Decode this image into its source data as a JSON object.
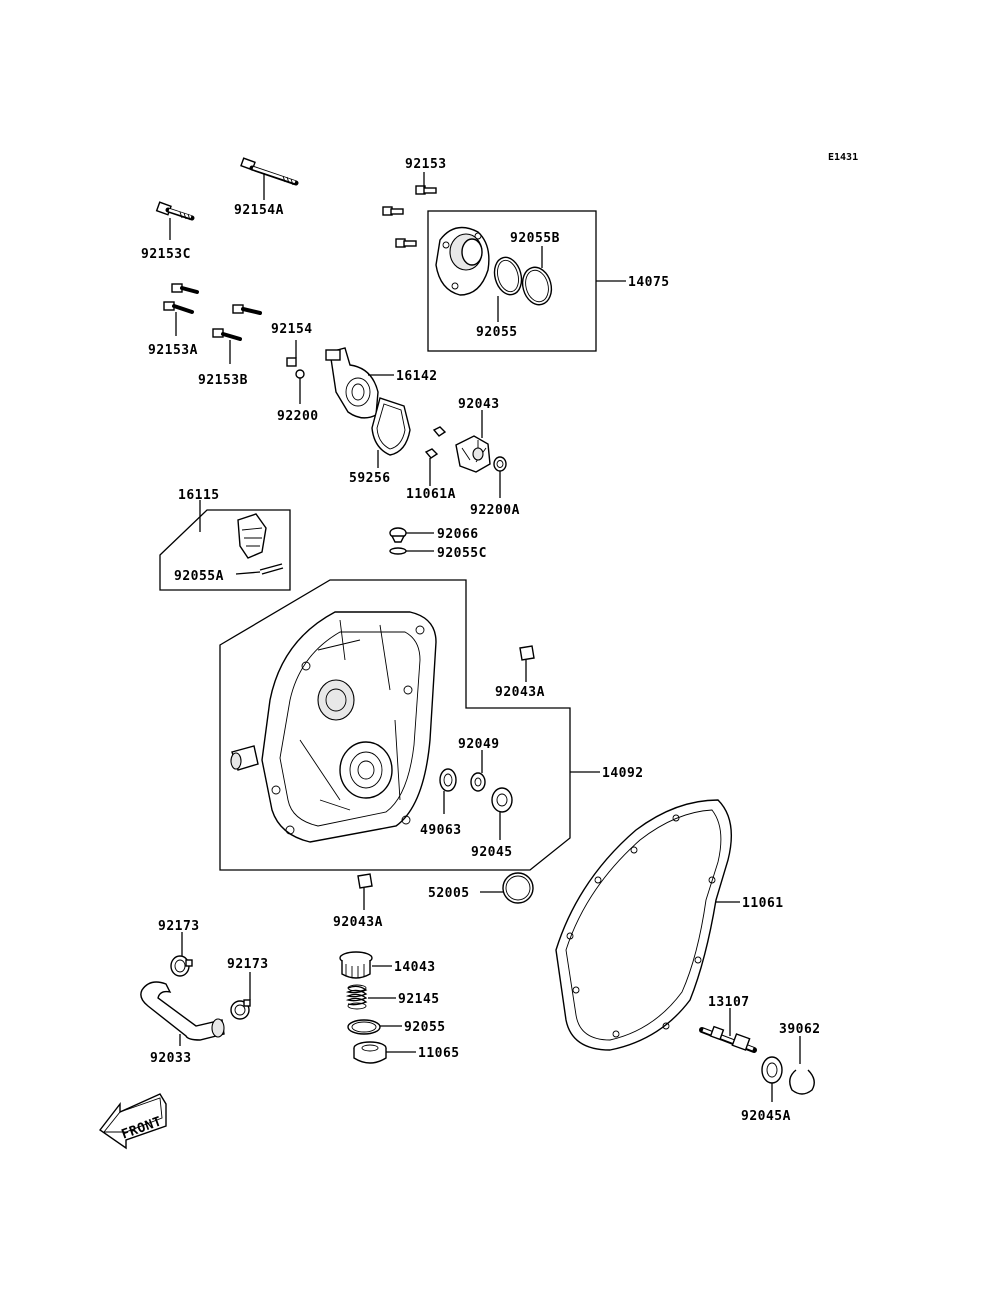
{
  "diagram": {
    "code": "E1431",
    "front_label": "FRONT",
    "parts": [
      {
        "id": "p92153",
        "label": "92153"
      },
      {
        "id": "p92154A",
        "label": "92154A"
      },
      {
        "id": "p92153C",
        "label": "92153C"
      },
      {
        "id": "p92055B",
        "label": "92055B"
      },
      {
        "id": "p14075",
        "label": "14075"
      },
      {
        "id": "p92055",
        "label": "92055"
      },
      {
        "id": "p92154",
        "label": "92154"
      },
      {
        "id": "p92153A",
        "label": "92153A"
      },
      {
        "id": "p92153B",
        "label": "92153B"
      },
      {
        "id": "p16142",
        "label": "16142"
      },
      {
        "id": "p92200",
        "label": "92200"
      },
      {
        "id": "p59256",
        "label": "59256"
      },
      {
        "id": "p11061A",
        "label": "11061A"
      },
      {
        "id": "p92043",
        "label": "92043"
      },
      {
        "id": "p92200A",
        "label": "92200A"
      },
      {
        "id": "p16115",
        "label": "16115"
      },
      {
        "id": "p92066",
        "label": "92066"
      },
      {
        "id": "p92055C",
        "label": "92055C"
      },
      {
        "id": "p92055A",
        "label": "92055A"
      },
      {
        "id": "p92043A_top",
        "label": "92043A"
      },
      {
        "id": "p92049",
        "label": "92049"
      },
      {
        "id": "p14092",
        "label": "14092"
      },
      {
        "id": "p49063",
        "label": "49063"
      },
      {
        "id": "p92045",
        "label": "92045"
      },
      {
        "id": "p52005",
        "label": "52005"
      },
      {
        "id": "p92043A_bot",
        "label": "92043A"
      },
      {
        "id": "p11061",
        "label": "11061"
      },
      {
        "id": "p92173_a",
        "label": "92173"
      },
      {
        "id": "p92173_b",
        "label": "92173"
      },
      {
        "id": "p14043",
        "label": "14043"
      },
      {
        "id": "p92145",
        "label": "92145"
      },
      {
        "id": "p92055_bot",
        "label": "92055"
      },
      {
        "id": "p11065",
        "label": "11065"
      },
      {
        "id": "p39062",
        "label": "39062"
      },
      {
        "id": "p13107",
        "label": "13107"
      },
      {
        "id": "p92033",
        "label": "92033"
      },
      {
        "id": "p92045A",
        "label": "92045A"
      }
    ]
  }
}
